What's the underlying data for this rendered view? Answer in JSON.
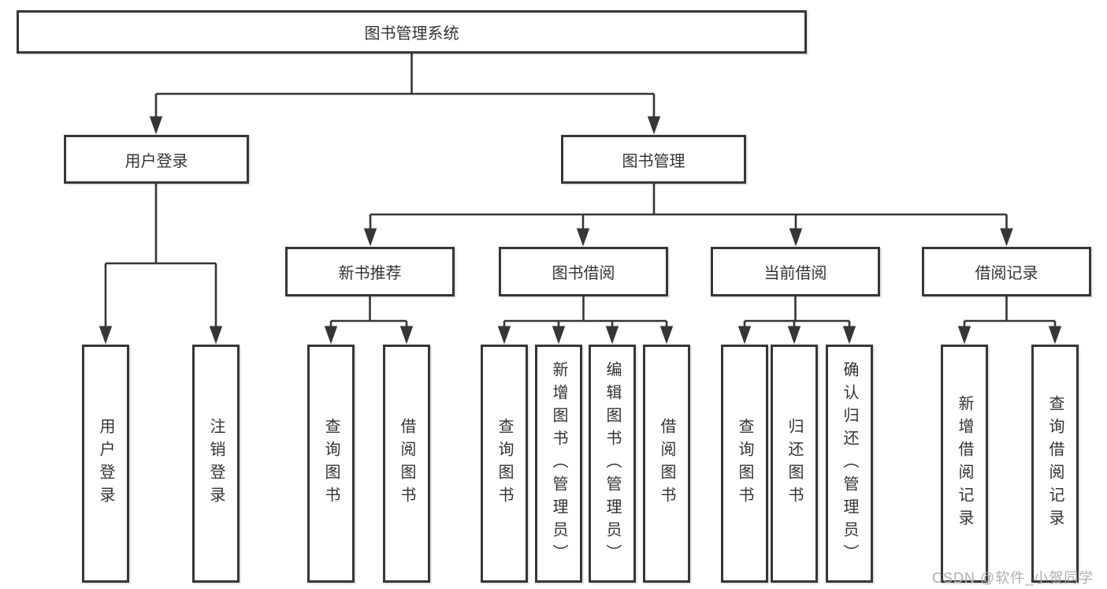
{
  "tree": {
    "root": {
      "label": "图书管理系统",
      "children": [
        {
          "label": "用户登录",
          "children": [
            {
              "label": "用户登录"
            },
            {
              "label": "注销登录"
            }
          ]
        },
        {
          "label": "图书管理",
          "children": [
            {
              "label": "新书推荐",
              "children": [
                {
                  "label": "查询图书"
                },
                {
                  "label": "借阅图书"
                }
              ]
            },
            {
              "label": "图书借阅",
              "children": [
                {
                  "label": "查询图书"
                },
                {
                  "label": "新增图书（管理员）"
                },
                {
                  "label": "编辑图书（管理员）"
                },
                {
                  "label": "借阅图书"
                }
              ]
            },
            {
              "label": "当前借阅",
              "children": [
                {
                  "label": "查询图书"
                },
                {
                  "label": "归还图书"
                },
                {
                  "label": "确认归还（管理员）"
                }
              ]
            },
            {
              "label": "借阅记录",
              "children": [
                {
                  "label": "新增借阅记录"
                },
                {
                  "label": "查询借阅记录"
                }
              ]
            }
          ]
        }
      ]
    }
  },
  "watermark": "CSDN @软件_小贺同学",
  "colors": {
    "line": "#363636",
    "text": "#333333",
    "background": "#ffffff",
    "watermark": "#aeaeb4"
  }
}
